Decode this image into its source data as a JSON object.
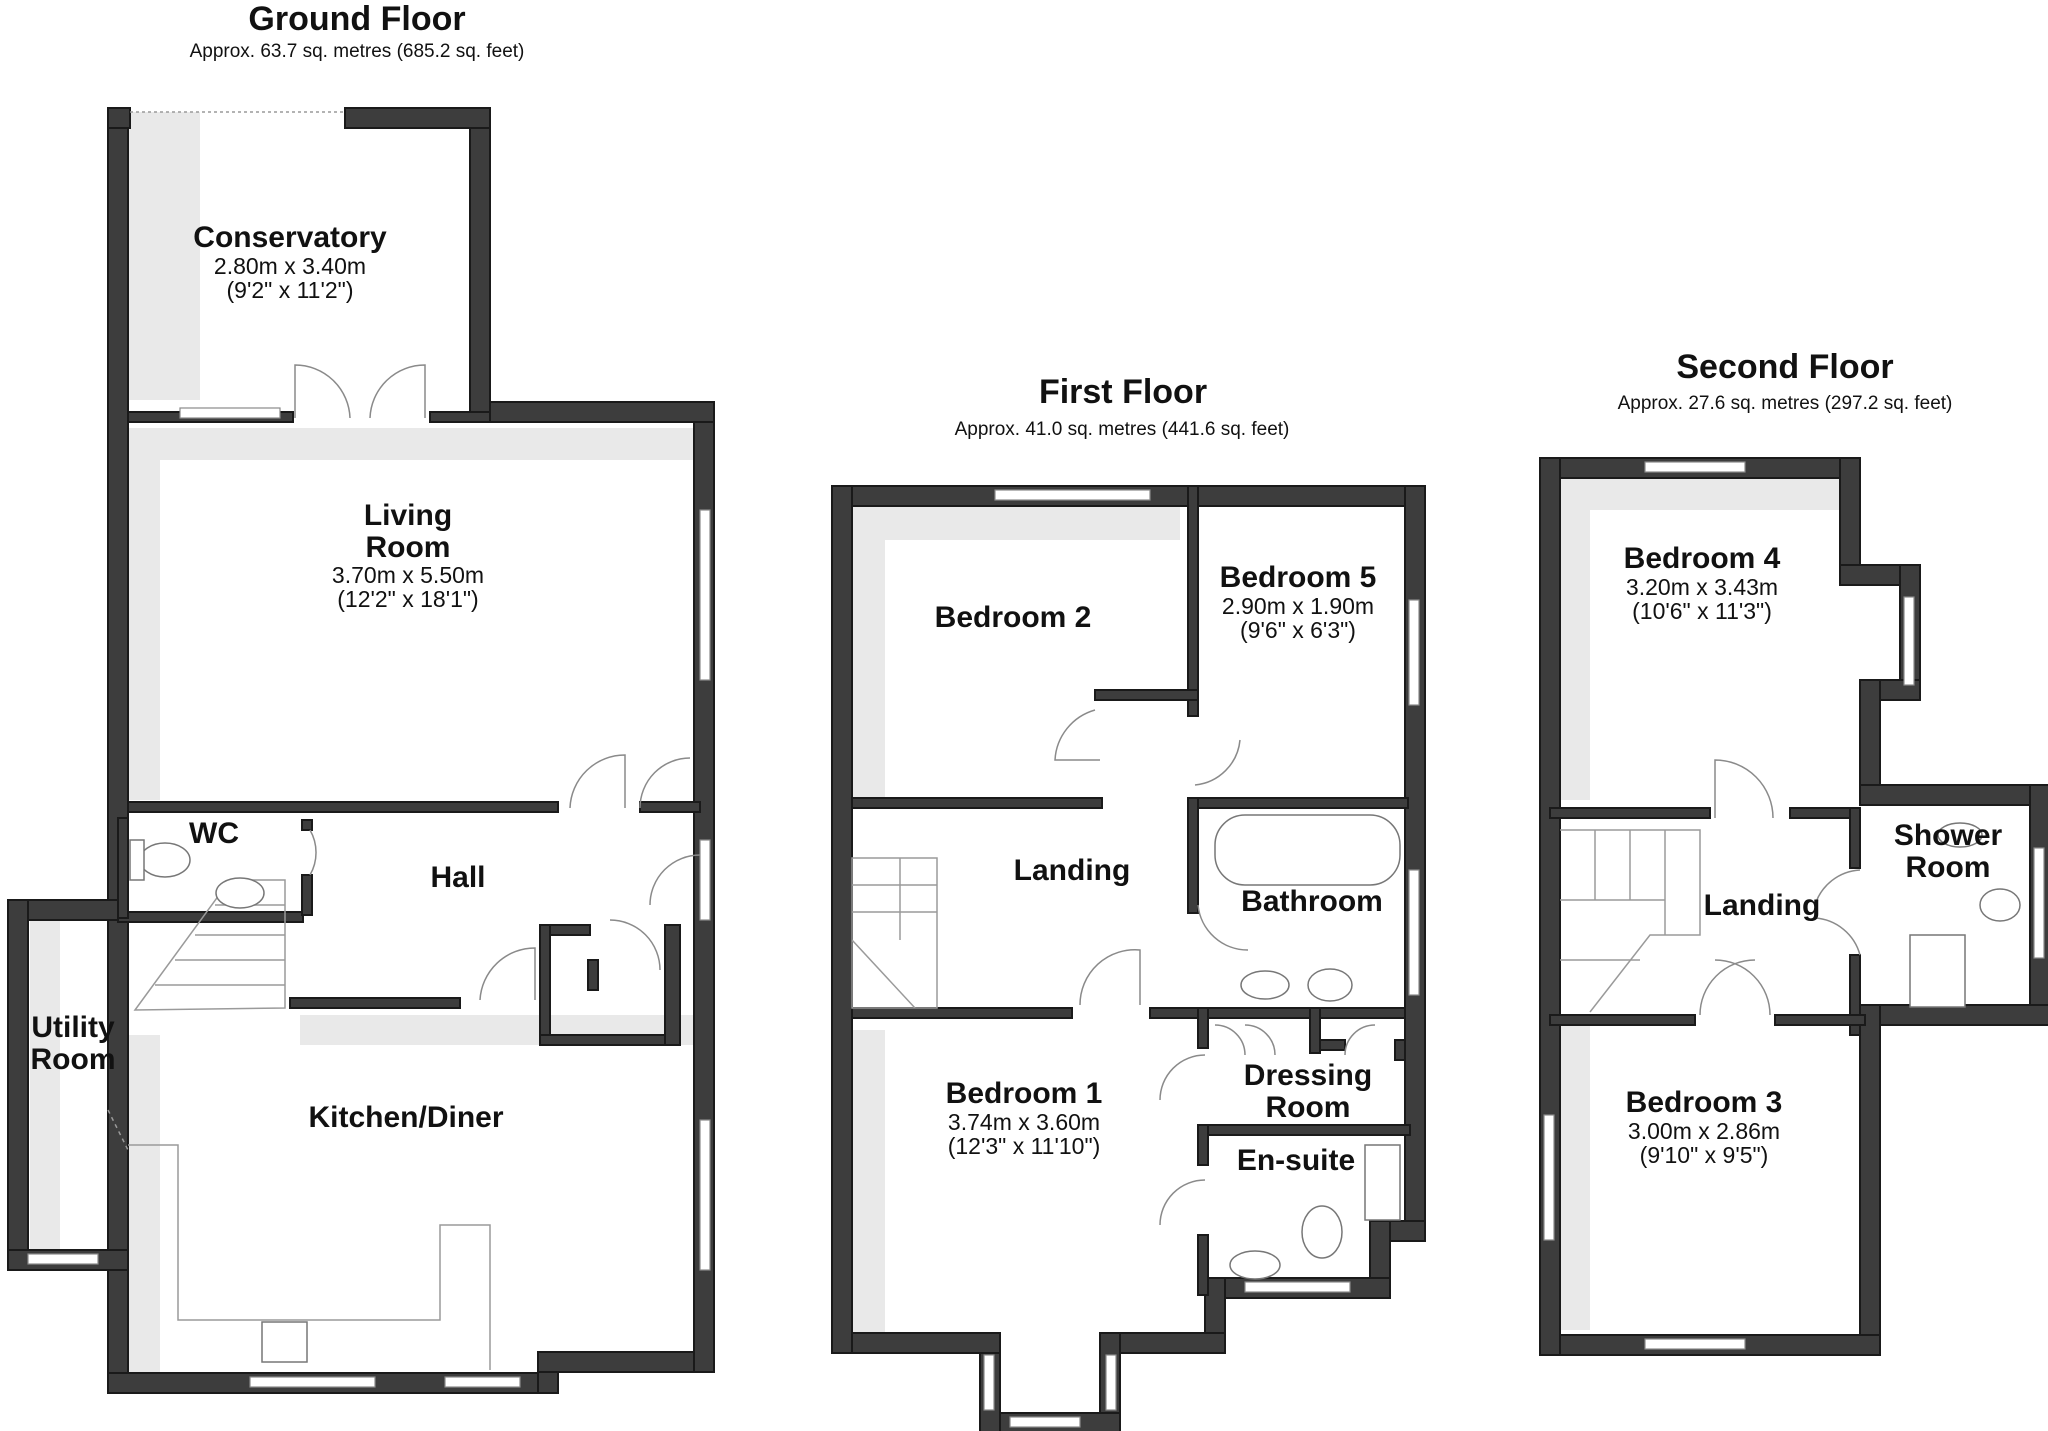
{
  "floors": {
    "ground": {
      "title": "Ground Floor",
      "area": "Approx. 63.7 sq. metres (685.2 sq. feet)",
      "rooms": {
        "conservatory": {
          "name": "Conservatory",
          "dim_m": "2.80m x 3.40m",
          "dim_ft": "(9'2\" x 11'2\")"
        },
        "living": {
          "name_1": "Living",
          "name_2": "Room",
          "dim_m": "3.70m x 5.50m",
          "dim_ft": "(12'2\" x 18'1\")"
        },
        "wc": {
          "name": "WC"
        },
        "hall": {
          "name": "Hall"
        },
        "utility": {
          "name_1": "Utility",
          "name_2": "Room"
        },
        "kitchen": {
          "name": "Kitchen/Diner"
        }
      }
    },
    "first": {
      "title": "First Floor",
      "area": "Approx. 41.0 sq. metres (441.6 sq. feet)",
      "rooms": {
        "bedroom2": {
          "name": "Bedroom 2"
        },
        "bedroom5": {
          "name": "Bedroom 5",
          "dim_m": "2.90m x 1.90m",
          "dim_ft": "(9'6\" x 6'3\")"
        },
        "landing": {
          "name": "Landing"
        },
        "bathroom": {
          "name": "Bathroom"
        },
        "bedroom1": {
          "name": "Bedroom 1",
          "dim_m": "3.74m x 3.60m",
          "dim_ft": "(12'3\" x 11'10\")"
        },
        "dressing": {
          "name_1": "Dressing",
          "name_2": "Room"
        },
        "ensuite": {
          "name": "En-suite"
        }
      }
    },
    "second": {
      "title": "Second Floor",
      "area": "Approx. 27.6 sq. metres (297.2 sq. feet)",
      "rooms": {
        "bedroom4": {
          "name": "Bedroom 4",
          "dim_m": "3.20m x 3.43m",
          "dim_ft": "(10'6\" x 11'3\")"
        },
        "shower": {
          "name_1": "Shower",
          "name_2": "Room"
        },
        "landing": {
          "name": "Landing"
        },
        "bedroom3": {
          "name": "Bedroom 3",
          "dim_m": "3.00m x 2.86m",
          "dim_ft": "(9'10\" x 9'5\")"
        }
      }
    }
  },
  "colors": {
    "wall": "#3d3d3d",
    "shadow": "#e9e9e9",
    "background": "#ffffff"
  }
}
